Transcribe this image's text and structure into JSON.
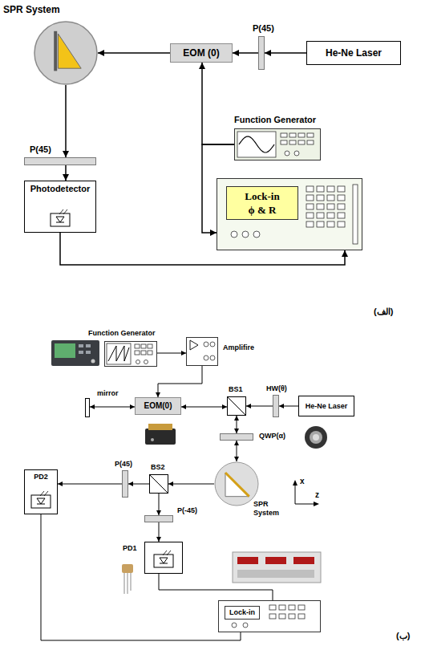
{
  "diagram": {
    "nodes": [
      {
        "text": [
          "SPR System"
        ]
      },
      {
        "text": [
          "EOM (0)"
        ]
      },
      {
        "text": [
          "P(45)"
        ]
      },
      {
        "text": [
          "He-Ne Laser"
        ]
      },
      {
        "text": [
          "P(45)"
        ]
      },
      {
        "text": [
          "Photodetector"
        ]
      },
      {
        "text": [
          "Function Generator"
        ]
      },
      {
        "text": [
          "Lock-in ϕ & R"
        ]
      },
      {
        "text": [
          "Function Generator"
        ]
      },
      {
        "text": [
          "Amplifire"
        ]
      },
      {
        "text": [
          "EOM(0)"
        ]
      },
      {
        "text": [
          "mirror"
        ]
      },
      {
        "text": [
          "BS1"
        ]
      },
      {
        "text": [
          "HW(θ)"
        ]
      },
      {
        "text": [
          "He-Ne Laser"
        ]
      },
      {
        "text": [
          "QWP(α)"
        ]
      },
      {
        "text": [
          "SPR System"
        ]
      },
      {
        "text": [
          "BS2"
        ]
      },
      {
        "text": [
          "P(45)"
        ]
      },
      {
        "text": [
          "PD2"
        ]
      },
      {
        "text": [
          "P(-45)"
        ]
      },
      {
        "text": [
          "PD1"
        ]
      },
      {
        "text": [
          "Lock-in"
        ]
      }
    ],
    "edges": [
      {
        "from": 3,
        "to": 2,
        "arrow": "to"
      },
      {
        "from": 2,
        "to": 1,
        "arrow": "to"
      },
      {
        "from": 1,
        "to": 0,
        "arrow": "to"
      },
      {
        "from": 0,
        "to": 4,
        "arrow": "to"
      },
      {
        "from": 4,
        "to": 5,
        "arrow": "to"
      },
      {
        "from": 5,
        "to": 7,
        "arrow": "to"
      },
      {
        "from": 6,
        "to": 1,
        "arrow": "to"
      },
      {
        "from": 6,
        "to": 7,
        "arrow": "to"
      },
      {
        "from": 8,
        "to": 9,
        "arrow": "to"
      },
      {
        "from": 9,
        "to": 10,
        "arrow": "to"
      },
      {
        "from": 10,
        "to": 11,
        "arrow": "both"
      },
      {
        "from": 10,
        "to": 12,
        "arrow": "both"
      },
      {
        "from": 14,
        "to": 13,
        "arrow": "to"
      },
      {
        "from": 13,
        "to": 12,
        "arrow": "to"
      },
      {
        "from": 12,
        "to": 15,
        "arrow": "both"
      },
      {
        "from": 15,
        "to": 16,
        "arrow": "both"
      },
      {
        "from": 16,
        "to": 17,
        "arrow": "to"
      },
      {
        "from": 17,
        "to": 18,
        "arrow": "to"
      },
      {
        "from": 18,
        "to": 19,
        "arrow": "to"
      },
      {
        "from": 17,
        "to": 20,
        "arrow": "to"
      },
      {
        "from": 20,
        "to": 21,
        "arrow": "to"
      },
      {
        "from": 19,
        "to": 22,
        "arrow": "none"
      },
      {
        "from": 21,
        "to": 22,
        "arrow": "none"
      }
    ],
    "labels": [
      "(الف)",
      "(ب)",
      "x",
      "z"
    ]
  }
}
